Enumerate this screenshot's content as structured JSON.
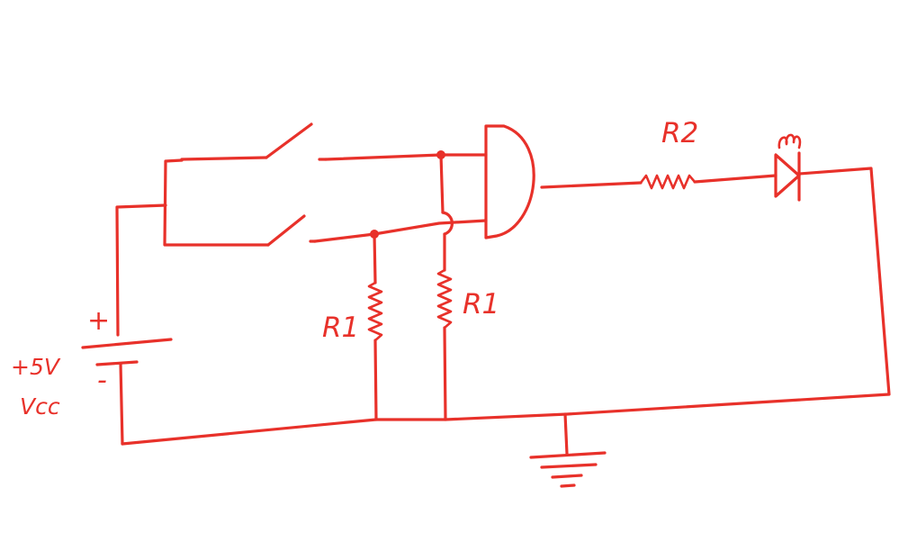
{
  "colors": {
    "ink": "#e8312a",
    "background": "#ffffff"
  },
  "labels": {
    "supply_voltage": "+5V",
    "supply_name": "Vcc",
    "battery_plus": "+",
    "battery_minus": "-",
    "pulldown_left": "R1",
    "pulldown_right": "R1",
    "series_resistor": "R2"
  }
}
